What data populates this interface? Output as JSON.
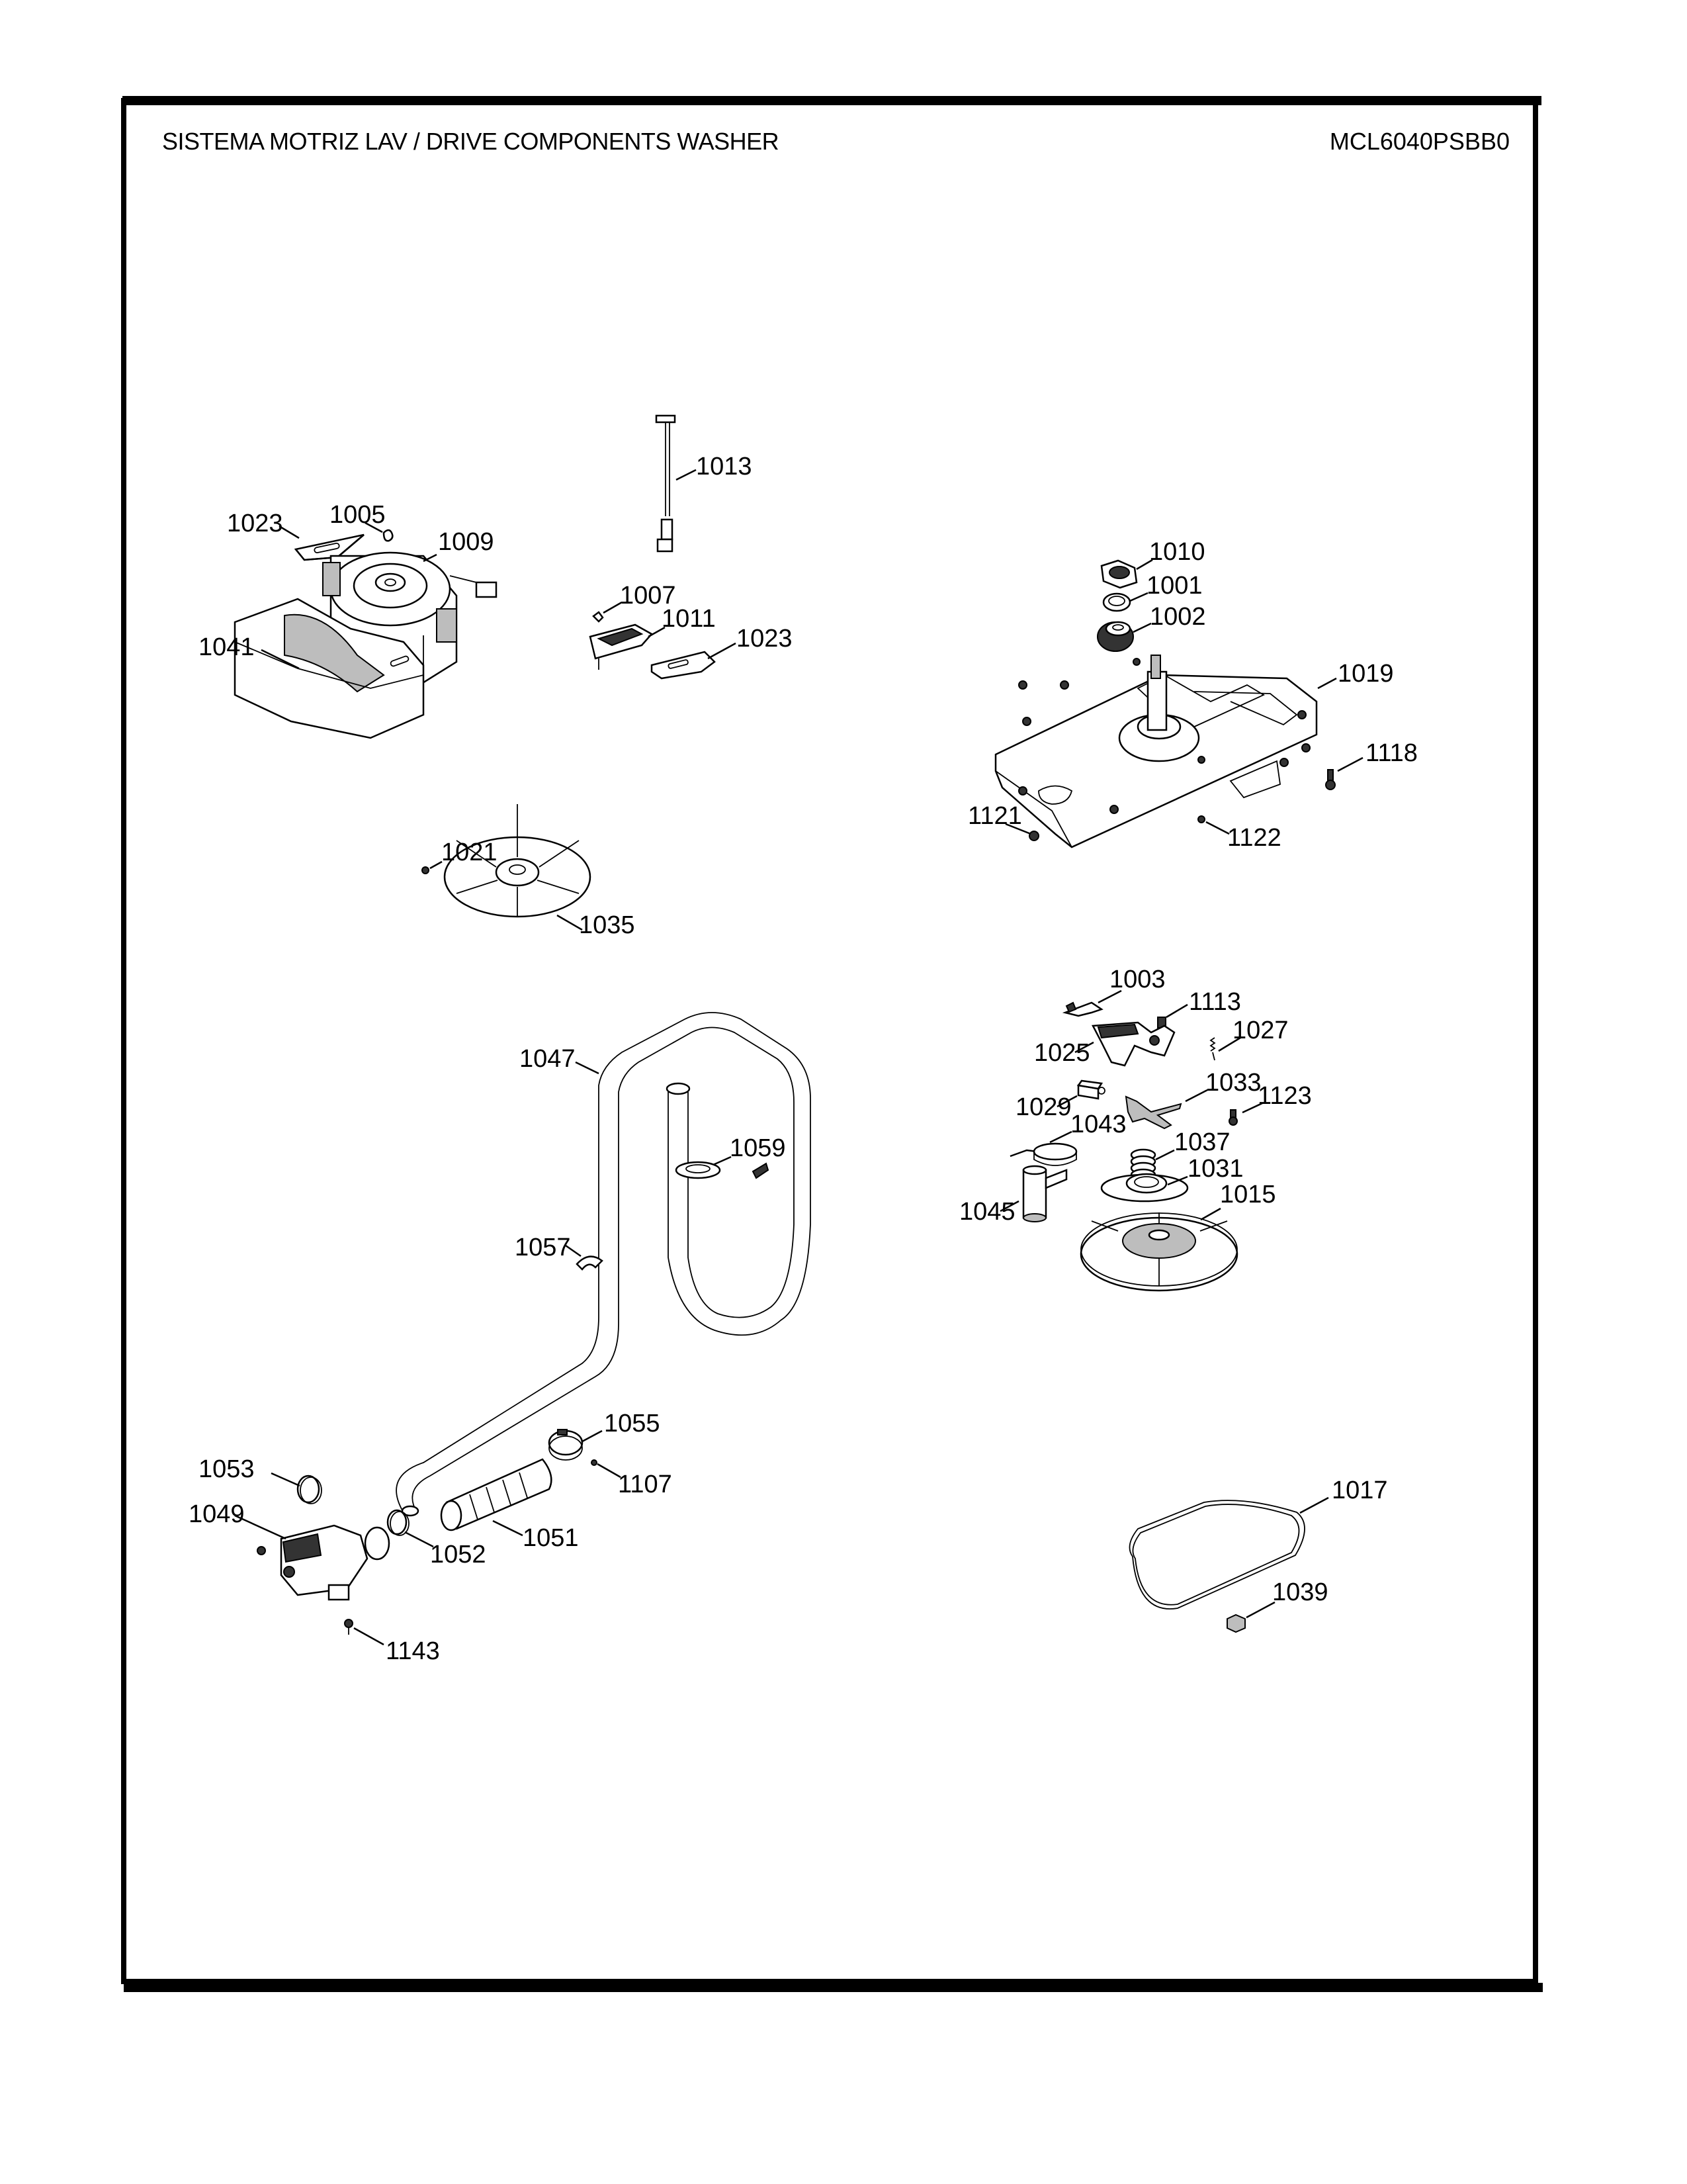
{
  "header": {
    "title": "SISTEMA MOTRIZ LAV / DRIVE COMPONENTS WASHER",
    "model": "MCL6040PSBB0"
  },
  "parts": {
    "p1001": "1001",
    "p1002": "1002",
    "p1003": "1003",
    "p1005": "1005",
    "p1007": "1007",
    "p1009": "1009",
    "p1010": "1010",
    "p1011": "1011",
    "p1013": "1013",
    "p1015": "1015",
    "p1017": "1017",
    "p1019": "1019",
    "p1021": "1021",
    "p1023a": "1023",
    "p1023b": "1023",
    "p1025": "1025",
    "p1027": "1027",
    "p1029": "1029",
    "p1031": "1031",
    "p1033": "1033",
    "p1035": "1035",
    "p1037": "1037",
    "p1039": "1039",
    "p1041": "1041",
    "p1043": "1043",
    "p1045": "1045",
    "p1047": "1047",
    "p1049": "1049",
    "p1051": "1051",
    "p1052": "1052",
    "p1053": "1053",
    "p1055": "1055",
    "p1057": "1057",
    "p1059": "1059",
    "p1107": "1107",
    "p1113": "1113",
    "p1118": "1118",
    "p1121": "1121",
    "p1122": "1122",
    "p1123": "1123",
    "p1143": "1143"
  }
}
